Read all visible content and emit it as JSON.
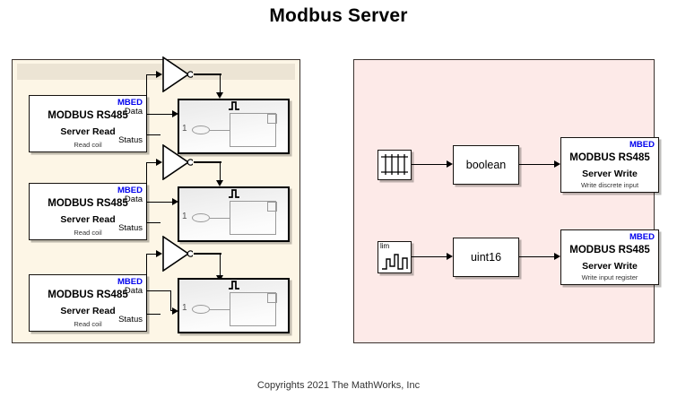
{
  "page": {
    "title": "Modbus Server",
    "copyright": "Copyrights 2021 The MathWorks, Inc"
  },
  "colors": {
    "read_panel_bg": "#fdf6e6",
    "read_panel_band": "#ece4d4",
    "write_panel_bg": "#fdeae8",
    "panel_border": "#3a322e",
    "mbed_label": "#0000ee",
    "wire": "#000000",
    "subsystem_detail": "#9a9a9a"
  },
  "read_panel": {
    "name": "modbus-server-read-area",
    "rows": [
      {
        "modbus": {
          "vendor": "MBED",
          "title": "MODBUS RS485",
          "subtitle_line": "Server Read",
          "caption": "Read coil",
          "ports": {
            "data": "Data",
            "status": "Status"
          }
        },
        "not_gate": {
          "label": "NOT"
        },
        "subsystem": {
          "input_label": "1",
          "trigger_glyph": "Π"
        }
      },
      {
        "modbus": {
          "vendor": "MBED",
          "title": "MODBUS RS485",
          "subtitle_line": "Server Read",
          "caption": "Read coil",
          "ports": {
            "data": "Data",
            "status": "Status"
          }
        },
        "not_gate": {
          "label": "NOT"
        },
        "subsystem": {
          "input_label": "1",
          "trigger_glyph": "Π"
        }
      },
      {
        "modbus": {
          "vendor": "MBED",
          "title": "MODBUS RS485",
          "subtitle_line": "Server Read",
          "caption": "Read coil",
          "ports": {
            "data": "Data",
            "status": "Status"
          }
        },
        "not_gate": {
          "label": "NOT"
        },
        "subsystem": {
          "input_label": "1",
          "trigger_glyph": "Π"
        }
      }
    ]
  },
  "write_panel": {
    "name": "modbus-server-write-area",
    "rows": [
      {
        "source": {
          "icon": "pulse-generator-icon",
          "label": ""
        },
        "convert": {
          "label": "boolean"
        },
        "modbus": {
          "vendor": "MBED",
          "title": "MODBUS RS485",
          "subtitle_line": "Server Write",
          "caption": "Write discrete input"
        }
      },
      {
        "source": {
          "icon": "repeating-sequence-stair-icon",
          "label": "lim"
        },
        "convert": {
          "label": "uint16"
        },
        "modbus": {
          "vendor": "MBED",
          "title": "MODBUS RS485",
          "subtitle_line": "Server Write",
          "caption": "Write input register"
        }
      }
    ]
  }
}
